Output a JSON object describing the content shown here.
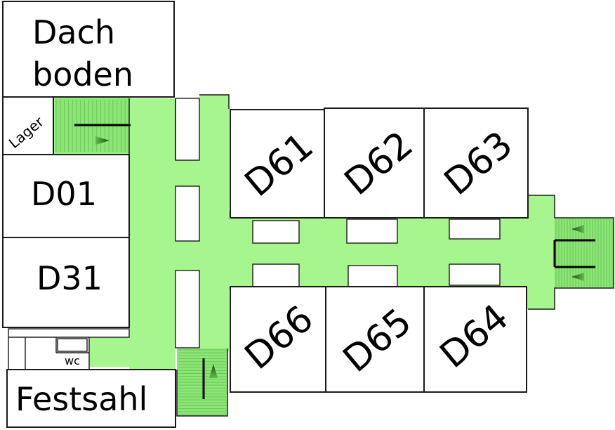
{
  "rooms": {
    "dachboden_line1": "Dach",
    "dachboden_line2": "boden",
    "lager": "Lager",
    "d01": "D01",
    "d31": "D31",
    "wc": "wc",
    "festsahl": "Festsahl",
    "d61": "D61",
    "d62": "D62",
    "d63": "D63",
    "d64": "D64",
    "d65": "D65",
    "d66": "D66"
  },
  "colors": {
    "corridor": "#a6f58f",
    "stairs": "#8be676",
    "walls": "#1a1a1a",
    "room_fill": "#ffffff"
  },
  "icons": {
    "stair_arrow": "triangle-arrow-icon"
  }
}
